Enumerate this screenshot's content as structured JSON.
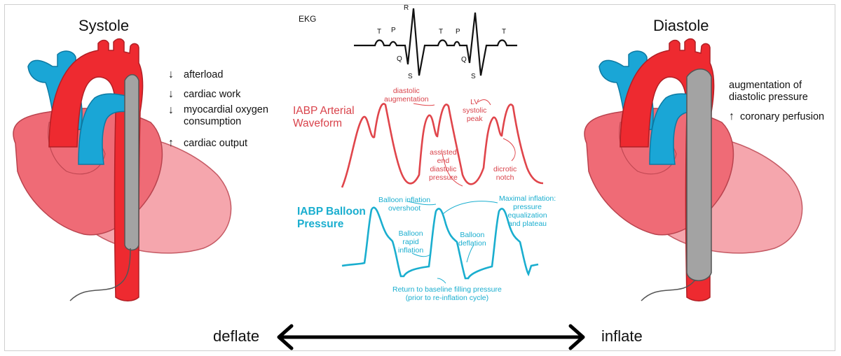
{
  "colors": {
    "aorta": "#ee2a30",
    "vena_cava": "#1aa6d6",
    "heart": "#ef6b76",
    "heart_light": "#f5a6ad",
    "catheter": "#a3a3a3",
    "arterial_waveform": "#e0454b",
    "balloon_waveform": "#1aaecf",
    "ekg": "#111111"
  },
  "systole": {
    "title": "Systole",
    "effects": [
      {
        "icon": "arrow-down-icon",
        "text": "afterload"
      },
      {
        "icon": "arrow-down-icon",
        "text": "cardiac work"
      },
      {
        "icon": "arrow-down-icon",
        "text": "myocardial oxygen\nconsumption"
      },
      {
        "icon": "arrow-up-icon",
        "text": "cardiac output"
      }
    ]
  },
  "diastole": {
    "title": "Diastole",
    "effects": [
      {
        "icon": "",
        "text": "augmentation of\ndiastolic pressure"
      },
      {
        "icon": "arrow-up-icon",
        "text": "coronary perfusion"
      }
    ]
  },
  "ekg": {
    "label": "EKG",
    "waves": [
      "T",
      "P",
      "R",
      "Q",
      "S",
      "T",
      "P",
      "Q",
      "S",
      "T"
    ]
  },
  "arterial": {
    "label": "IABP Arterial\nWaveform",
    "annotations": {
      "diastolic_augmentation": "diastolic\naugmentation",
      "lv_systolic_peak": "LV\nsystolic\npeak",
      "assisted_end_diastolic": "assisted\nend\ndiastolic\npressure",
      "dicrotic_notch": "dicrotic\nnotch"
    }
  },
  "balloon": {
    "label": "IABP Balloon\nPressure",
    "annotations": {
      "inflation_overshoot": "Balloon inflation\novershoot",
      "maximal_inflation": "Maximal inflation:\npressure\nequalization\nand plateau",
      "rapid_inflation": "Balloon\nrapid\ninflation",
      "deflation": "Balloon\ndeflation",
      "return_baseline": "Return to baseline filling pressure\n(prior to re-inflation cycle)"
    }
  },
  "bottom": {
    "deflate": "deflate",
    "inflate": "inflate"
  }
}
